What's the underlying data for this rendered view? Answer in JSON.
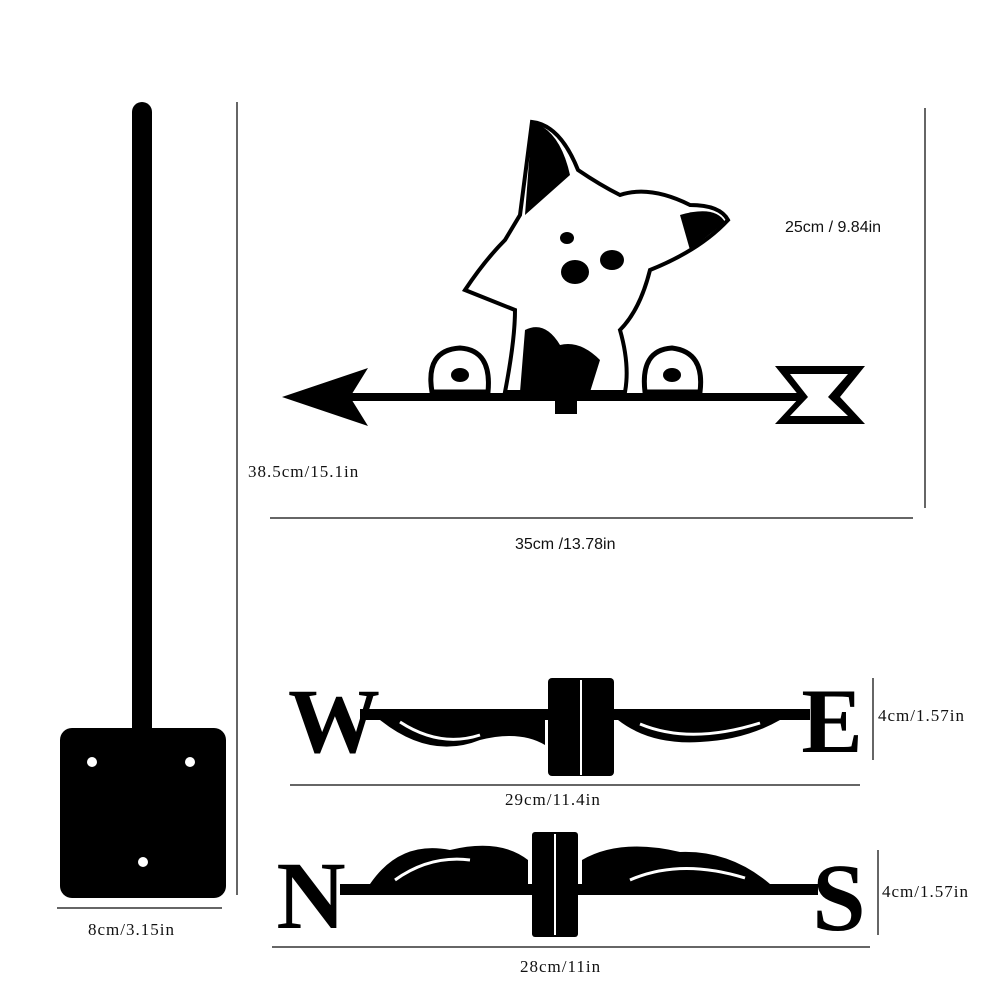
{
  "product": {
    "dimensions": {
      "vane_height": "25cm / 9.84in",
      "total_height": "38.5cm/15.1in",
      "vane_width": "35cm /13.78in",
      "base_width": "8cm/3.15in",
      "we_height": "4cm/1.57in",
      "we_width": "29cm/11.4in",
      "ns_height": "4cm/1.57in",
      "ns_width": "28cm/11in"
    },
    "compass_letters": {
      "west": "W",
      "east": "E",
      "north": "N",
      "south": "S"
    },
    "colors": {
      "metal": "#000000",
      "background": "#ffffff",
      "dimension_line": "#333333"
    }
  }
}
